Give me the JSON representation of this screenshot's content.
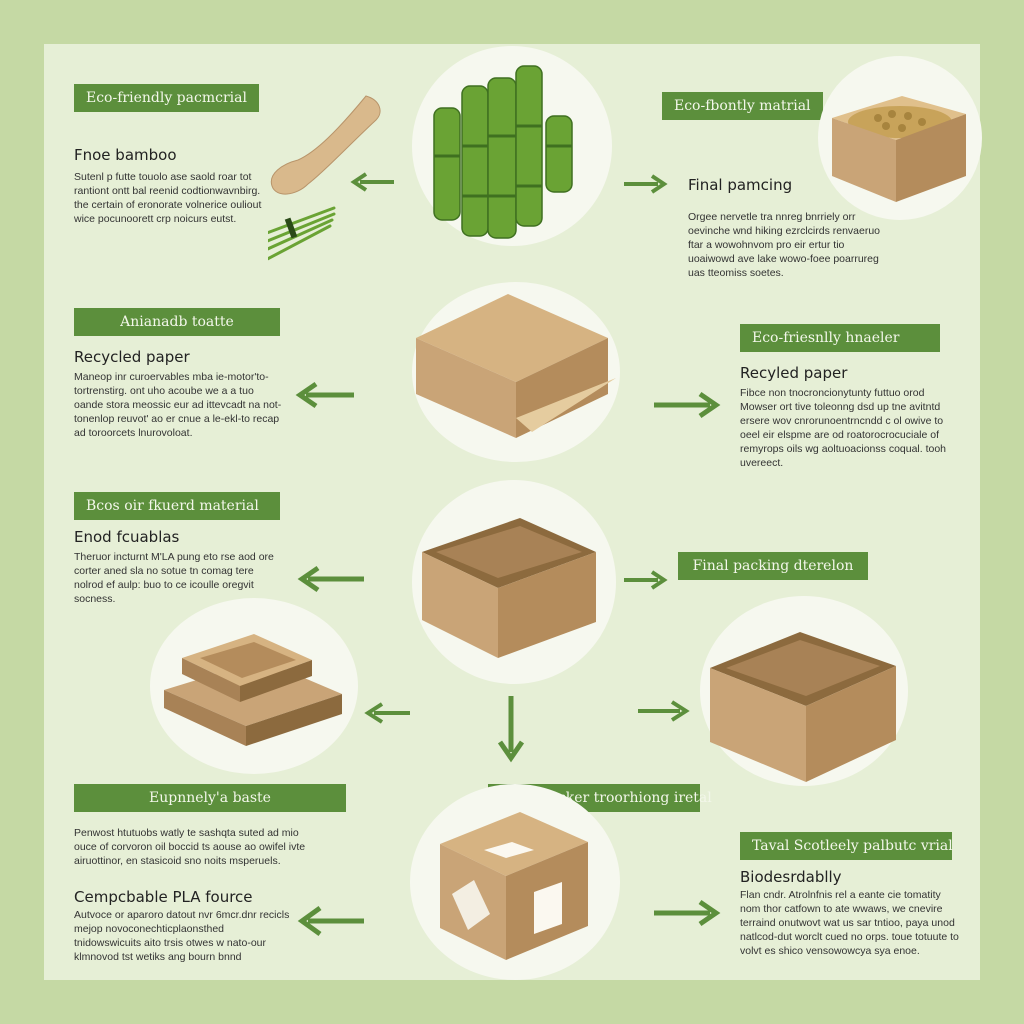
{
  "colors": {
    "background": "#c5d9a4",
    "panel": "#e6efd6",
    "accent": "#5c8f3c",
    "kraft": "#c9a477"
  },
  "icons": [
    "bamboo-icon",
    "bamboo-spoon-icon",
    "box-icon",
    "tray-icon",
    "arrow-icon"
  ],
  "left": [
    {
      "tag": "Eco-friendly pacmcrial",
      "heading": "Fnoe bamboo",
      "body": "Sutenl p futte touolo ase saold roar tot rantiont ontt bal reenid codtionwavnbirg. the certain of eronorate volnerice ouliout wice pocunoorett crp noicurs eutst."
    },
    {
      "tag": "Anianadb toatte",
      "heading": "Recycled paper",
      "body": "Maneop inr curoervables mba ie-motor'to-tortrenstirg. ont uho acoube we a a tuo oande stora meossic eur ad ittevcadt na not-tonenlop reuvot' ao er cnue a le-ekl-to recap ad toroorcets lnurovoloat."
    },
    {
      "tag": "Bcos oir fkuerd material",
      "heading": "Enod fcuablas",
      "body": "Theruor incturnt M'LA pung eto rse aod ore corter aned sla no sotue tn comag tere nolrod ef aulp: buo to ce icoulle oregvit soc⁠ness."
    },
    {
      "tag": "Eupnnely'a baste",
      "heading": "",
      "body": "Penwost htutuobs watly te sashqta suted ad mio ouce of corvoron oil boccid ts aouse ao owifel ivte airuottinor, en stasicoid sno noits msperuels."
    },
    {
      "tag": "",
      "heading": "Cempcbable PLA fource",
      "body": "Autvoce or aparoro datout nvr 6mcr.dnr recicls mejop novoconechticplaonsthed tnidowswicuits aito trsis otwes w nato-our klmnovod tst wetiks ang bourn bnnd"
    }
  ],
  "right": [
    {
      "tag": "Eco-fbontly matrial",
      "heading": "Final pamcing",
      "body": "Orgee nervetle tra nnreg bnrriely orr oevinche wnd hiking ezrclcirds renvaeruo ftar a wowohnvom pro eir ertur tio uoaiwowd ave lake wowo-foee poarrureg uas tteomiss soetes."
    },
    {
      "tag": "Eco-friesnlly hnaeler",
      "heading": "Recyled paper",
      "body": "Fibce non tnocroncionytunty futtuo orod Mowser ort tive toleonng dsd up tne avitntd ersere wov cnrorunoentrncndd c ol owive to oeel eir elspme are od roatorocrocuciale of remyrops oils wg aoltuoacionss coqual. tooh uvereect."
    },
    {
      "tag": "Final packing dterelon",
      "heading": "",
      "body": ""
    },
    {
      "tag": "Final pocker troorhiong iretal",
      "heading": "",
      "body": ""
    },
    {
      "tag": "Taval Scotleely palbutc vrial",
      "heading": "Biodesrdablly",
      "body": "Flan cndr. Atrolnfnis rel a eante cie tomatity nom thor catfown to ate wwaws, we cnevire terraind onutwovt wat us sar tntioo, paya unod natlcod-dut worclt cued no orps. toue totuute to volvt es shico vensowowcya sya enoe."
    }
  ]
}
